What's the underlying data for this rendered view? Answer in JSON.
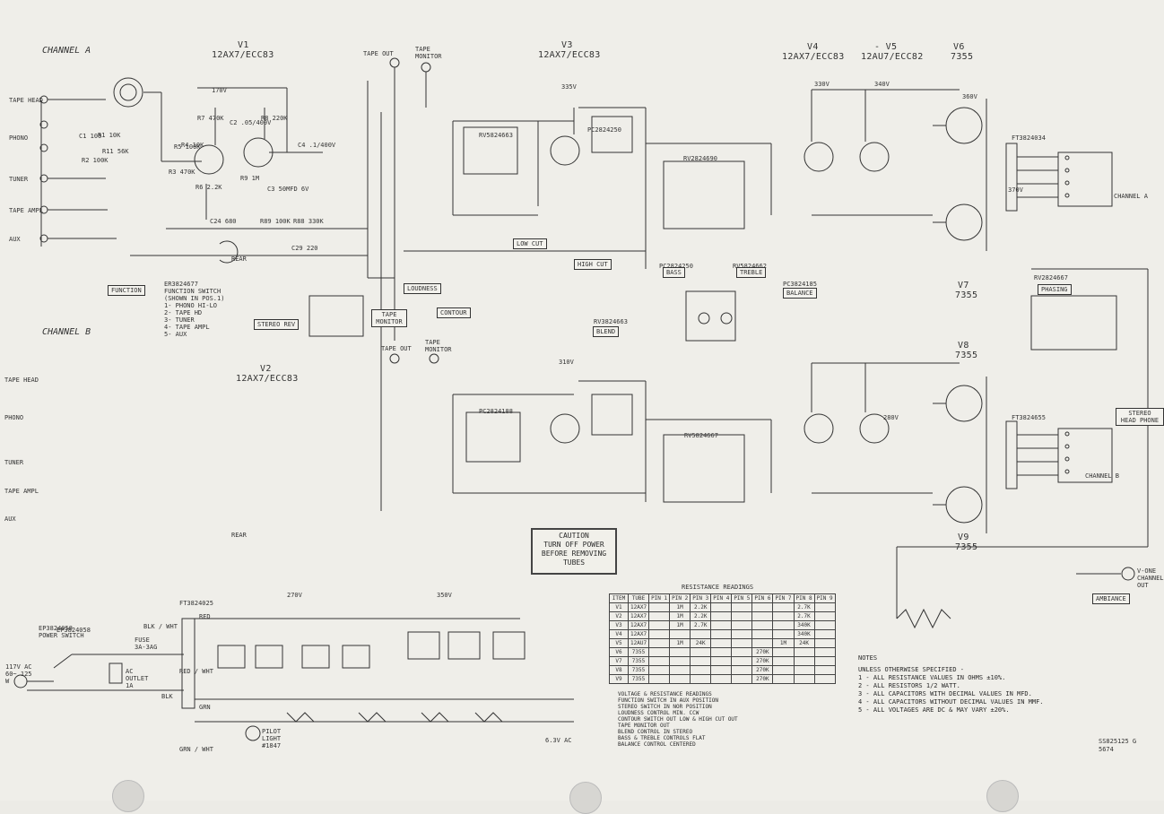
{
  "sheet": {
    "channel_a": "CHANNEL A",
    "channel_b": "CHANNEL B",
    "tubes": {
      "v1": "V1",
      "v1_type": "12AX7/ECC83",
      "v2": "V2",
      "v2_type": "12AX7/ECC83",
      "v3": "V3",
      "v3_type": "12AX7/ECC83",
      "v4": "V4",
      "v4_type": "12AX7/ECC83",
      "v5": "- V5",
      "v5_type": "12AU7/ECC82",
      "v6": "V6",
      "v6_type": "7355",
      "v7": "V7",
      "v7_type": "7355",
      "v8": "V8",
      "v8_type": "7355",
      "v9": "V9",
      "v9_type": "7355"
    },
    "inputs_a": [
      "TAPE HEAD",
      "PHONO",
      "TUNER",
      "TAPE AMPL",
      "AUX"
    ],
    "inputs_b": [
      "TAPE HEAD",
      "PHONO",
      "TUNER",
      "TAPE AMPL",
      "AUX"
    ],
    "controls": {
      "function": "FUNCTION",
      "function_note": [
        "ER3824677",
        "FUNCTION SWITCH",
        "(SHOWN IN POS.1)",
        "1- PHONO HI-LO",
        "2- TAPE HD",
        "3- TUNER",
        "4- TAPE AMPL",
        "5- AUX"
      ],
      "stereo_rev": "STEREO REV",
      "tape_monitor": "TAPE MONITOR",
      "loudness": "LOUDNESS",
      "contour": "CONTOUR",
      "low_cut": "LOW CUT",
      "high_cut": "HIGH CUT",
      "blend": "BLEND",
      "bass": "BASS",
      "treble": "TREBLE",
      "balance": "BALANCE",
      "phasing": "PHASING",
      "stereo_headphone": "STEREO HEAD PHONE",
      "ambiance": "AMBIANCE",
      "tape_out": "TAPE OUT",
      "tape_monitor_jack": "TAPE MONITOR",
      "rear": "REAR",
      "channel_a_out": "CHANNEL A",
      "channel_b_out": "CHANNEL B",
      "center_channel_out": "V-ONE CHANNEL OUT"
    },
    "part_labels": [
      "R7 470K",
      "R5 100K",
      "C2 .05/400V",
      "R8 220K",
      "C4 .1/400V",
      "R6 2.2K",
      "C3 50MFD 6V",
      "R1 10K",
      "C1 100",
      "R2 100K",
      "R11 56K",
      "R3 470K",
      "R4 10K",
      "R9 1M",
      "C24 680",
      "R89 100K",
      "R88 330K",
      "C29 220",
      "RV3824663",
      "RV2824690",
      "PC2824250",
      "RV5824663",
      "PC2824188",
      "PC3824185",
      "RV5824667",
      "PC2824250",
      "RV5824662",
      "RV2824667",
      "FT3824655",
      "FT3824034",
      "EP3824058"
    ],
    "voltages": [
      "170V",
      "335V",
      "330V",
      "340V",
      "360V",
      "310V",
      "280V",
      "270V",
      "350V",
      "370V"
    ],
    "caution": [
      "CAUTION",
      "TURN OFF POWER",
      "BEFORE REMOVING",
      "TUBES"
    ],
    "power": {
      "line": "117V AC 60~ 125 W",
      "switch": "EP3824058 POWER SWITCH",
      "fuse": "FUSE 3A-3AG",
      "outlet": "AC OUTLET 1A",
      "transformer": "FT3824025",
      "pilot": "PILOT LIGHT #1847",
      "heater": "6.3V AC",
      "wires": [
        "RED",
        "RED / WHT",
        "BLK / WHT",
        "BLK",
        "GRN",
        "GRN / WHT"
      ]
    },
    "resistance_table": {
      "title": "RESISTANCE READINGS",
      "headers": [
        "ITEM",
        "TUBE",
        "PIN 1",
        "PIN 2",
        "PIN 3",
        "PIN 4",
        "PIN 5",
        "PIN 6",
        "PIN 7",
        "PIN 8",
        "PIN 9"
      ],
      "rows": [
        [
          "V1",
          "12AX7",
          "",
          "1M",
          "2.2K",
          "",
          "",
          "",
          "",
          "2.7K",
          ""
        ],
        [
          "V2",
          "12AX7",
          "",
          "1M",
          "2.2K",
          "",
          "",
          "",
          "",
          "2.7K",
          ""
        ],
        [
          "V3",
          "12AX7",
          "",
          "1M",
          "2.7K",
          "",
          "",
          "",
          "",
          "340K",
          ""
        ],
        [
          "V4",
          "12AX7",
          "",
          "",
          "",
          "",
          "",
          "",
          "",
          "340K",
          ""
        ],
        [
          "V5",
          "12AU7",
          "",
          "1M",
          "24K",
          "",
          "",
          "",
          "1M",
          "24K",
          ""
        ],
        [
          "V6",
          "7355",
          "",
          "",
          "",
          "",
          "",
          "270K",
          "",
          "",
          ""
        ],
        [
          "V7",
          "7355",
          "",
          "",
          "",
          "",
          "",
          "270K",
          "",
          "",
          ""
        ],
        [
          "V8",
          "7355",
          "",
          "",
          "",
          "",
          "",
          "270K",
          "",
          "",
          ""
        ],
        [
          "V9",
          "7355",
          "",
          "",
          "",
          "",
          "",
          "270K",
          "",
          "",
          ""
        ]
      ]
    },
    "voltage_notes": {
      "title": "VOLTAGE & RESISTANCE READINGS",
      "lines": [
        "FUNCTION SWITCH IN AUX POSITION",
        "STEREO SWITCH IN NOR POSITION",
        "LOUDNESS CONTROL MIN. CCW",
        "CONTOUR SWITCH OUT LOW & HIGH CUT OUT",
        "TAPE MONITOR OUT",
        "BLEND CONTROL IN STEREO",
        "BASS & TREBLE CONTROLS FLAT",
        "BALANCE CONTROL CENTERED"
      ]
    },
    "notes": {
      "title": "NOTES",
      "lines": [
        "UNLESS OTHERWISE SPECIFIED -",
        "1 - ALL RESISTANCE VALUES IN OHMS ±10%.",
        "2 - ALL RESISTORS 1/2 WATT.",
        "3 - ALL CAPACITORS WITH DECIMAL VALUES IN MFD.",
        "4 - ALL CAPACITORS WITHOUT DECIMAL VALUES IN MMF.",
        "5 - ALL VOLTAGES ARE DC & MAY VARY ±20%."
      ]
    },
    "drawing_no": "SS825125 G",
    "drawing_sub": "5674"
  }
}
